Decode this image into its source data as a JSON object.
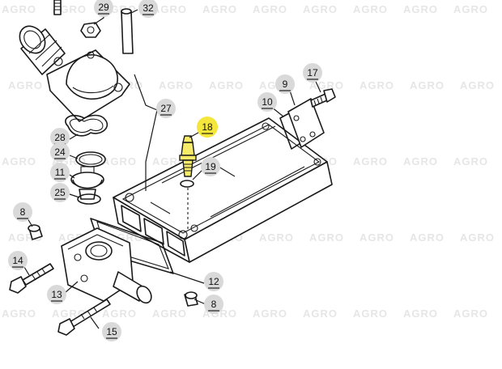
{
  "watermark": {
    "text": "AGRO"
  },
  "colors": {
    "highlight": "#f4e63a",
    "callout_bg": "#d9d9d9",
    "line": "#1a1a1a"
  },
  "callouts": [
    {
      "id": "29",
      "label": "29"
    },
    {
      "id": "32",
      "label": "32"
    },
    {
      "id": "27",
      "label": "27"
    },
    {
      "id": "28",
      "label": "28"
    },
    {
      "id": "24",
      "label": "24"
    },
    {
      "id": "11",
      "label": "11"
    },
    {
      "id": "25",
      "label": "25"
    },
    {
      "id": "8a",
      "label": "8"
    },
    {
      "id": "14",
      "label": "14"
    },
    {
      "id": "13",
      "label": "13"
    },
    {
      "id": "15",
      "label": "15"
    },
    {
      "id": "8b",
      "label": "8"
    },
    {
      "id": "12",
      "label": "12"
    },
    {
      "id": "18",
      "label": "18",
      "highlighted": true
    },
    {
      "id": "19",
      "label": "19"
    },
    {
      "id": "10",
      "label": "10"
    },
    {
      "id": "9",
      "label": "9"
    },
    {
      "id": "17",
      "label": "17"
    }
  ]
}
